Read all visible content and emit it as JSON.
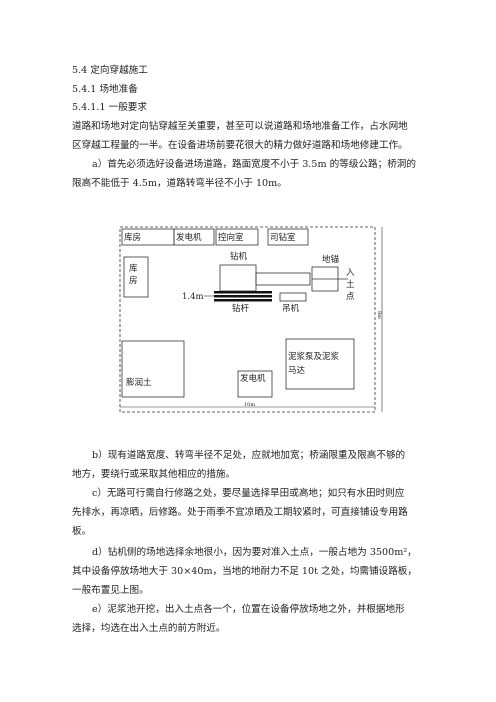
{
  "headings": {
    "h1": "5.4 定向穿越施工",
    "h2": "5.4.1 场地准备",
    "h3": "5.4.1.1 一般要求"
  },
  "intro": {
    "line1": "道路和场地对定向钻穿越至关重要，甚至可以说道路和场地准备工作，占水网地",
    "line2": "区穿越工程量的一半。在设备进场前要花很大的精力做好道路和场地修建工作。"
  },
  "para_a": {
    "line1": "a）首先必须选好设备进场道路，路面宽度不小于 3.5m 的等级公路；桥洞的",
    "line2": "限高不能低于 4.5m，道路转弯半径不小于 10m。"
  },
  "diagram": {
    "labels": {
      "warehouse_top": "库房",
      "generator_top": "发电机",
      "control_room": "控向室",
      "driller_room": "司钻室",
      "warehouse_side_1": "库",
      "warehouse_side_2": "房",
      "drilling_rig": "钻机",
      "ground_anchor": "地锚",
      "entry_1": "入",
      "entry_2": "土",
      "entry_3": "点",
      "width_label": "1.4m",
      "drill_rod": "钻杆",
      "crane": "吊机",
      "mud_pump_1": "泥浆泵及泥浆",
      "mud_pump_2": "马达",
      "bentonite": "膨润土",
      "generator_bottom": "发电机",
      "bottom_dim": "10m",
      "side_dim": "8m"
    }
  },
  "para_b": {
    "line1": "b）现有道路宽度、转弯半径不足处，应就地加宽；桥涵限重及限高不够的",
    "line2": "地方，要绕行或采取其他相应的措施。"
  },
  "para_c": {
    "line1": "c）无路可行需自行修路之处，要尽量选择旱田或高地；如只有水田时则应",
    "line2": "先排水，再凉晒，后修路。处于雨季不宜凉晒及工期较紧时，可直接铺设专用路",
    "line3": "板。"
  },
  "para_d": {
    "line1": "d）钻机侧的场地选择余地很小，因为要对准入土点，一般占地为 3500m²，",
    "line2": "其中设备停放场地大于 30×40m，当地的地耐力不足 10t 之处，均需铺设路板，",
    "line3": "一般布置见上图。"
  },
  "para_e": {
    "line1": "e）泥浆池开挖，出入土点各一个，位置在设备停放场地之外，并根据地形",
    "line2": "选择，均选在出入土点的前方附近。"
  }
}
